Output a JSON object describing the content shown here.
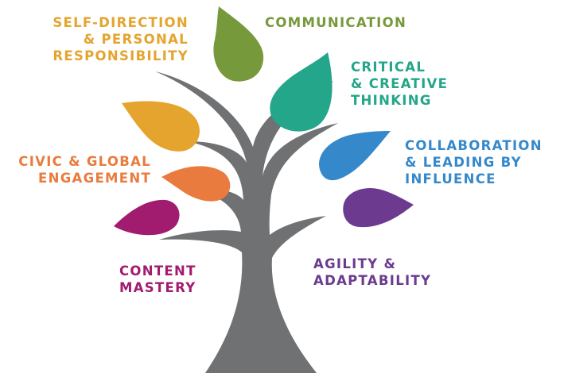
{
  "labels": {
    "self_direction": [
      "SELF-DIRECTION",
      "& PERSONAL",
      "RESPONSIBILITY"
    ],
    "communication": [
      "COMMUNICATION"
    ],
    "critical_thinking": [
      "CRITICAL",
      "& CREATIVE",
      "THINKING"
    ],
    "collaboration": [
      "COLLABORATION",
      "& LEADING BY",
      "INFLUENCE"
    ],
    "civic_engagement": [
      "CIVIC & GLOBAL",
      "ENGAGEMENT"
    ],
    "content_mastery": [
      "CONTENT",
      "MASTERY"
    ],
    "agility": [
      "AGILITY &",
      "ADAPTABILITY"
    ]
  },
  "colors": {
    "self_direction": "#e4a42e",
    "communication": "#76993b",
    "critical_thinking": "#23a68a",
    "collaboration": "#3589cb",
    "civic_engagement": "#e97b3e",
    "content_mastery": "#a11b6f",
    "agility": "#6c3a8e",
    "trunk": "#6f7172"
  }
}
